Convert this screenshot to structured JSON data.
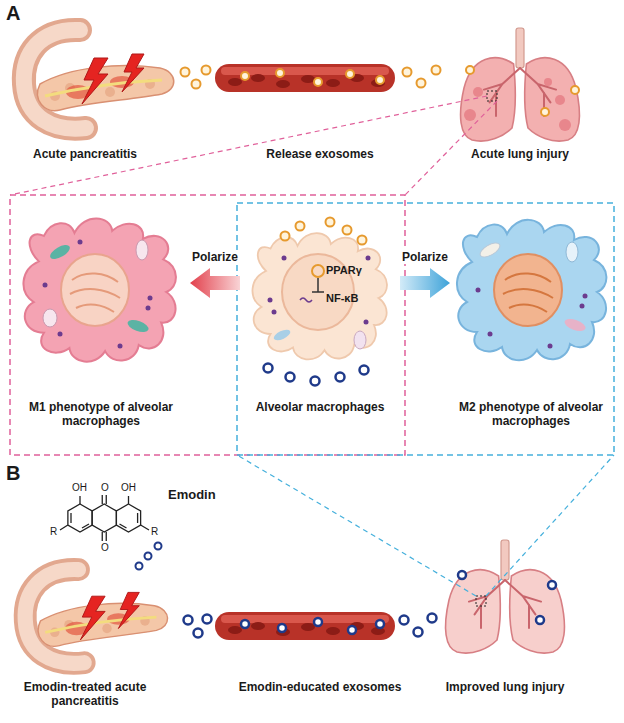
{
  "diagram": {
    "nodes": [
      {
        "text": [
          "Acute pancreatitis"
        ]
      },
      {
        "text": [
          "Release exosomes"
        ]
      },
      {
        "text": [
          "Acute lung injury"
        ]
      },
      {
        "text": [
          "M1 phenotype of alveolar macrophages"
        ]
      },
      {
        "text": [
          "Alveolar macrophages"
        ]
      },
      {
        "text": [
          "M2 phenotype of alveolar macrophages"
        ]
      },
      {
        "text": [
          "Emodin-treated acute pancreatitis"
        ]
      },
      {
        "text": [
          "Emodin-educated exosomes"
        ]
      },
      {
        "text": [
          "Improved lung injury"
        ]
      }
    ],
    "edges": [
      {
        "from": 4,
        "to": 3,
        "arrow": "to",
        "label": "Polarize"
      },
      {
        "from": 4,
        "to": 5,
        "arrow": "to",
        "label": "Polarize"
      }
    ],
    "labels": [
      "A",
      "B",
      "PPARγ",
      "NF-κB",
      "Emodin",
      "OH",
      "O",
      "OH",
      "O",
      "R",
      "R"
    ]
  }
}
